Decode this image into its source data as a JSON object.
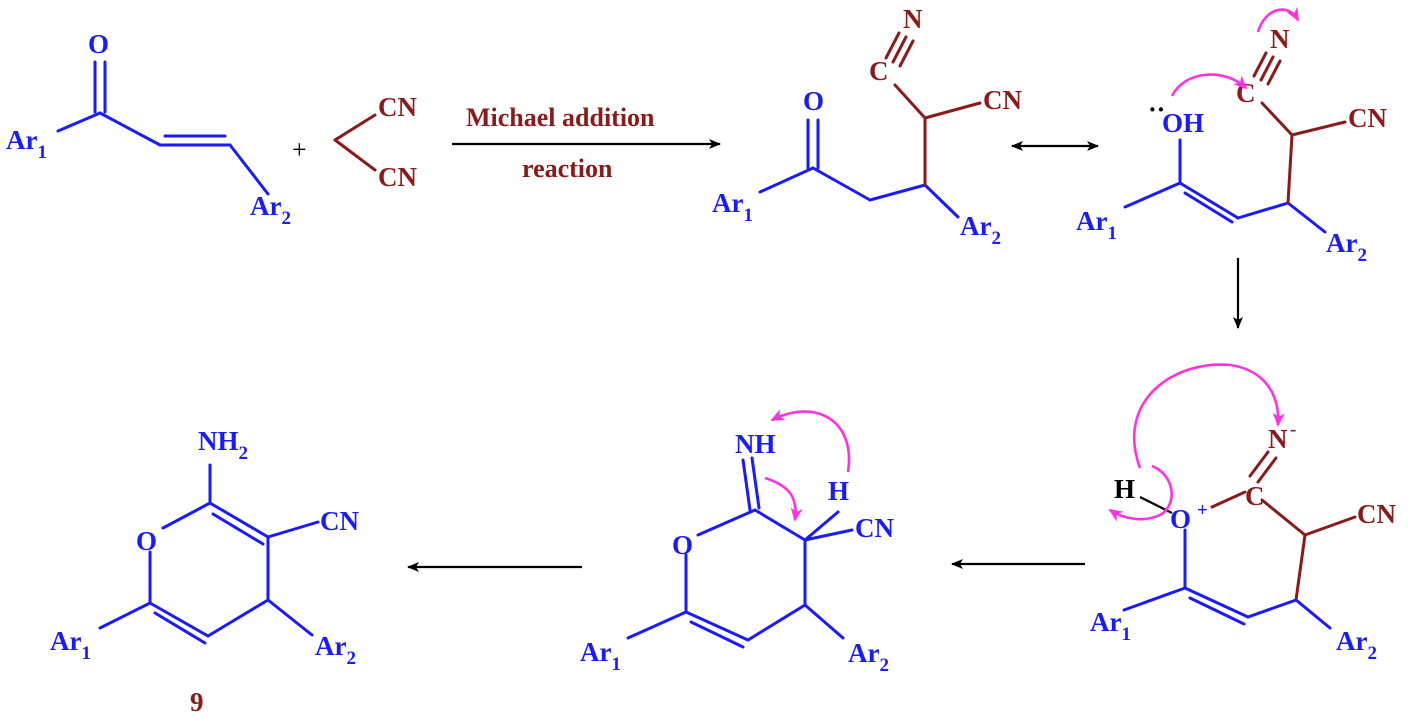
{
  "labels": {
    "O": "O",
    "OH": "OH",
    "CN": "CN",
    "C": "C",
    "N": "N",
    "NH": "NH",
    "NH2_base": "NH",
    "NH2_sub": "2",
    "H": "H",
    "Ar": "Ar",
    "sub1": "1",
    "sub2": "2",
    "plus": "+",
    "minus": "-",
    "plus_charge": "+",
    "lone_pair": "··"
  },
  "reaction": {
    "line1": "Michael addition",
    "line2": "reaction"
  },
  "compound_number": "9",
  "colors": {
    "blue": "#1a1aff",
    "brown": "#8b1a1a",
    "magenta": "#ff33dd",
    "black": "#000000"
  }
}
